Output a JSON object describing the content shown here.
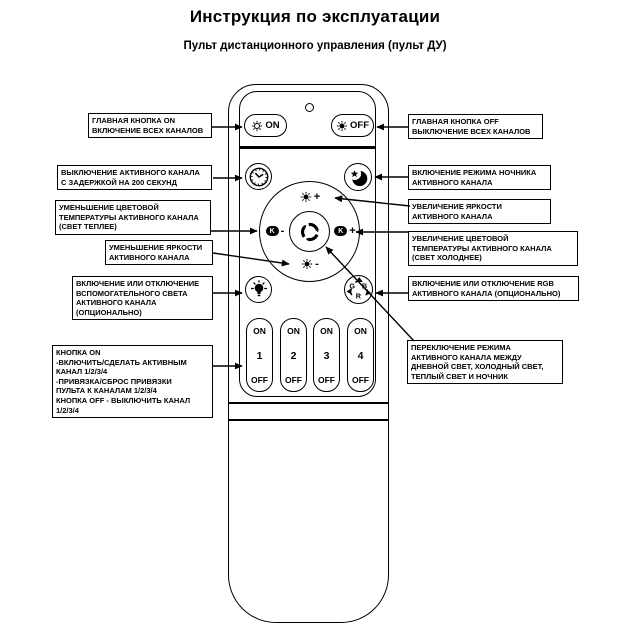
{
  "header": {
    "title": "Инструкция по эксплуатации",
    "subtitle": "Пульт дистанционного управления (пульт ДУ)"
  },
  "colors": {
    "line": "#000000",
    "background": "#ffffff"
  },
  "labels": {
    "left": [
      {
        "text": "ГЛАВНАЯ КНОПКА ON\nВКЛЮЧЕНИЕ ВСЕХ КАНАЛОВ"
      },
      {
        "text": "ВЫКЛЮЧЕНИЕ АКТИВНОГО КАНАЛА\nС ЗАДЕРЖКОЙ НА 200 СЕКУНД"
      },
      {
        "text": "УМЕНЬШЕНИЕ ЦВЕТОВОЙ\nТЕМПЕРАТУРЫ АКТИВНОГО КАНАЛА\n(СВЕТ ТЕПЛЕЕ)"
      },
      {
        "text": "УМЕНЬШЕНИЕ ЯРКОСТИ\nАКТИВНОГО КАНАЛА"
      },
      {
        "text": "ВКЛЮЧЕНИЕ ИЛИ ОТКЛЮЧЕНИЕ\nВСПОМОГАТЕЛЬНОГО СВЕТА\nАКТИВНОГО КАНАЛА\n(ОПЦИОНАЛЬНО)"
      },
      {
        "text": "КНОПКА ON\n-ВКЛЮЧИТЬ/СДЕЛАТЬ АКТИВНЫМ\nКАНАЛ 1/2/3/4\n-ПРИВЯЗКА/СБРОС ПРИВЯЗКИ\nПУЛЬТА К КАНАЛАМ 1/2/3/4\nКНОПКА OFF - ВЫКЛЮЧИТЬ КАНАЛ\n1/2/3/4"
      }
    ],
    "right": [
      {
        "text": "ГЛАВНАЯ КНОПКА OFF\nВЫКЛЮЧЕНИЕ ВСЕХ КАНАЛОВ"
      },
      {
        "text": "ВКЛЮЧЕНИЕ РЕЖИМА НОЧНИКА\nАКТИВНОГО КАНАЛА"
      },
      {
        "text": "УВЕЛИЧЕНИЕ ЯРКОСТИ\nАКТИВНОГО КАНАЛА"
      },
      {
        "text": "УВЕЛИЧЕНИЕ ЦВЕТОВОЙ\nТЕМПЕРАТУРЫ АКТИВНОГО КАНАЛА\n(СВЕТ ХОЛОДНЕЕ)"
      },
      {
        "text": "ВКЛЮЧЕНИЕ ИЛИ ОТКЛЮЧЕНИЕ RGB\nАКТИВНОГО КАНАЛА (ОПЦИОНАЛЬНО)"
      },
      {
        "text": "ПЕРЕКЛЮЧЕНИЕ РЕЖИМА\nАКТИВНОГО КАНАЛА МЕЖДУ\nДНЕВНОЙ СВЕТ, ХОЛОДНЫЙ СВЕТ,\nТЕПЛЫЙ СВЕТ И НОЧНИК"
      }
    ]
  },
  "remote": {
    "power_on": {
      "label": "ON",
      "icon": "sun-outline-icon"
    },
    "power_off": {
      "label": "OFF",
      "icon": "sun-filled-icon"
    },
    "timer_icon": "clock-icon",
    "night_icon": "moon-star-icon",
    "aux_icon": "bulb-icon",
    "center_icon": "cycle-arrows-icon",
    "dpad": {
      "up": {
        "sign": "+"
      },
      "down": {
        "sign": "-"
      },
      "left": {
        "letter": "K",
        "sign": "-"
      },
      "right": {
        "letter": "K",
        "sign": "+"
      }
    },
    "rgb": {
      "g": "G",
      "b": "B",
      "r": "R"
    },
    "channels": [
      {
        "on": "ON",
        "number": "1",
        "off": "OFF"
      },
      {
        "on": "ON",
        "number": "2",
        "off": "OFF"
      },
      {
        "on": "ON",
        "number": "3",
        "off": "OFF"
      },
      {
        "on": "ON",
        "number": "4",
        "off": "OFF"
      }
    ]
  }
}
